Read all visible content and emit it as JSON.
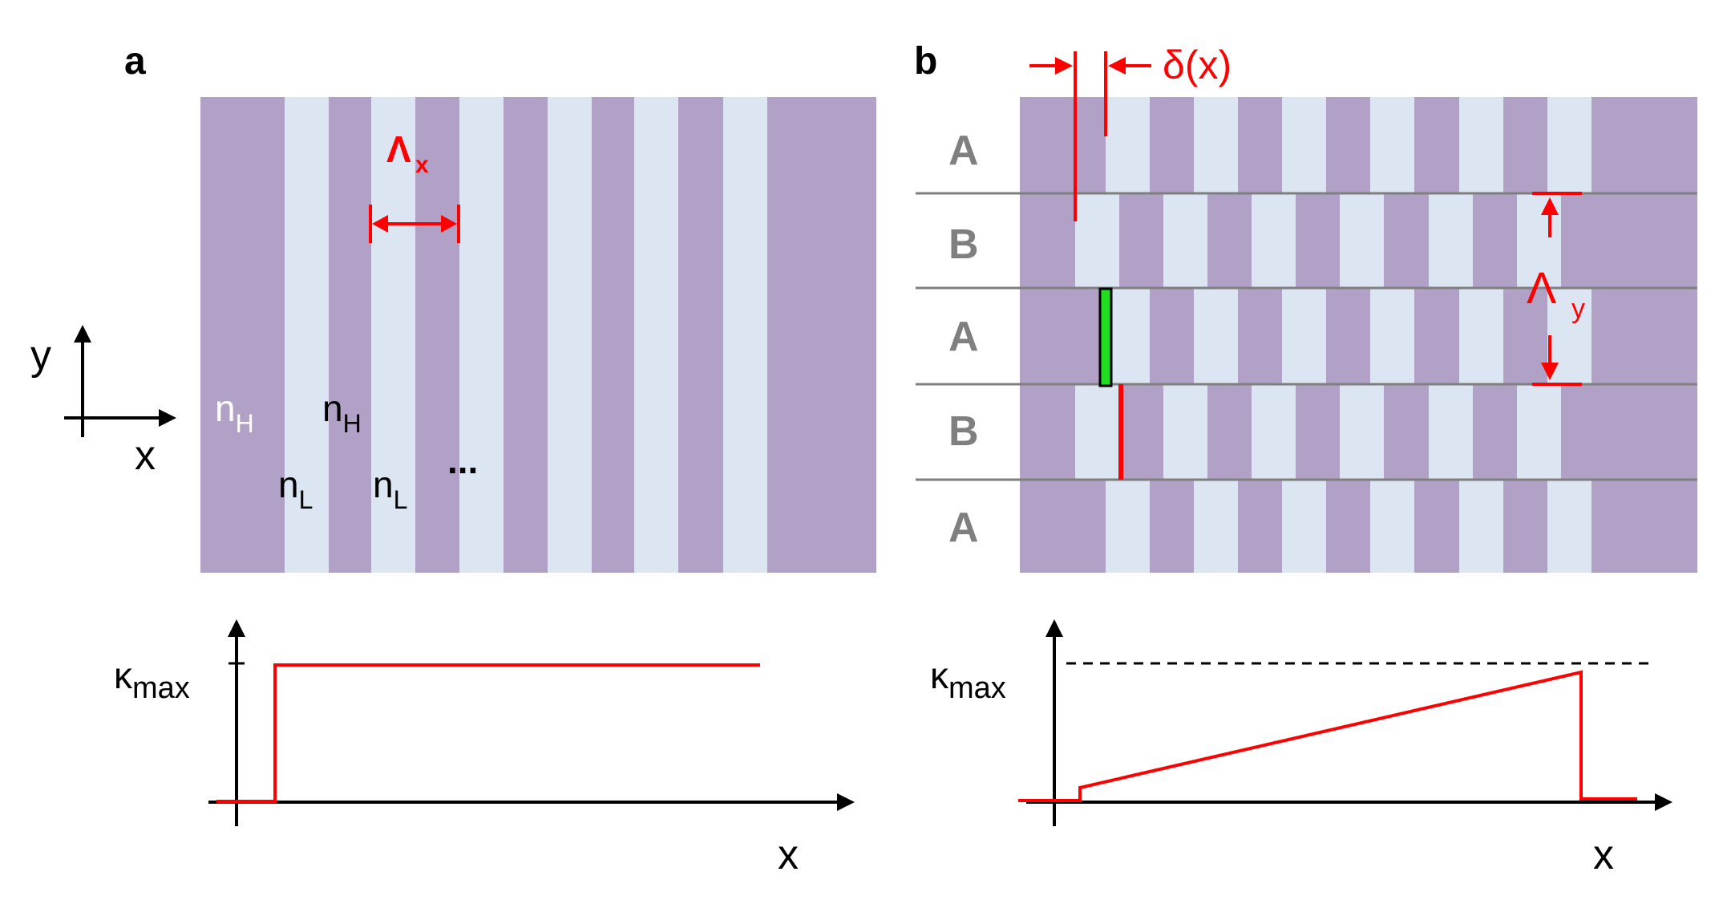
{
  "colors": {
    "high_index": "#b1a1c7",
    "low_index": "#dce6f2",
    "accent": "#ff0000",
    "row_label": "#7f7f7f",
    "axis": "#000000",
    "marker_green": "#22dd22"
  },
  "panel_a": {
    "label": "a",
    "period_label": "Λ",
    "period_sub": "x",
    "n_high_1": "n",
    "n_high_1_sub": "H",
    "n_high_2": "n",
    "n_high_2_sub": "H",
    "n_low_1": "n",
    "n_low_1_sub": "L",
    "n_low_2": "n",
    "n_low_2_sub": "L",
    "ellipsis": "...",
    "axes_y": "y",
    "axes_x": "x",
    "plot_y_label": "κ",
    "plot_y_sub": "max",
    "plot_x_label": "x"
  },
  "panel_b": {
    "label": "b",
    "shift_label": "δ(x)",
    "period_label": "Λ",
    "period_sub": "y",
    "rows": [
      "A",
      "B",
      "A",
      "B",
      "A"
    ],
    "plot_y_label": "κ",
    "plot_y_sub": "max",
    "plot_x_label": "x"
  }
}
